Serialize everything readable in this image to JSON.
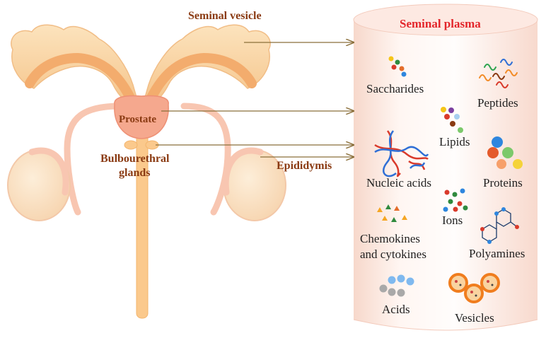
{
  "organs": {
    "seminal_vesicle": "Seminal vesicle",
    "prostate": "Prostate",
    "bulbourethral_line1": "Bulbourethral",
    "bulbourethral_line2": "glands",
    "epididymis": "Epididymis"
  },
  "plasma": {
    "title": "Seminal plasma",
    "components": {
      "saccharides": "Saccharides",
      "peptides": "Peptides",
      "lipids": "Lipids",
      "nucleic_acids": "Nucleic acids",
      "proteins": "Proteins",
      "ions": "Ions",
      "chemokines_line1": "Chemokines",
      "chemokines_line2": "and cytokines",
      "polyamines": "Polyamines",
      "acids": "Acids",
      "vesicles": "Vesicles"
    }
  },
  "colors": {
    "organ_label": "#8a3a12",
    "title": "#e3262b",
    "arrow": "#8b6f3a",
    "vesicle_fill": "#f9d3a0",
    "vesicle_inner": "#f2b27a",
    "prostate": "#f5a88e",
    "duct": "#f8c9b5",
    "testis": "#fbe3c8",
    "urethra": "#fbc98c",
    "cylinder_light": "#fff8f5",
    "cylinder_dark": "#f9ddd2"
  }
}
